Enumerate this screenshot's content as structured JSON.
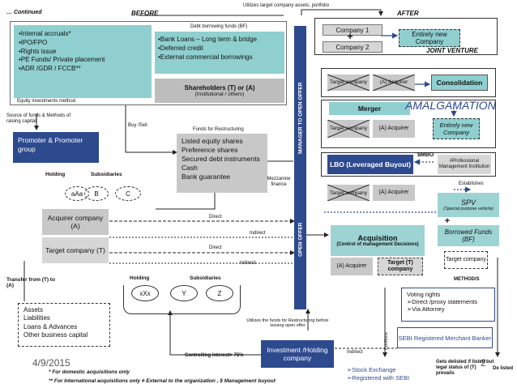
{
  "header": {
    "continued": "… Continued",
    "before": "BEFORE",
    "utilizes": "Utilizes target company assets, portfolio",
    "after": "AFTER"
  },
  "sources": {
    "left_items": [
      "•Internal accruals*",
      "•IPO/FPO",
      "•Rights issue",
      "•PE Funds/ Private placement",
      "•ADR /GDR / FCCB**"
    ],
    "debt_title": "Debt borrowing funds (BF)",
    "right_items": [
      "•Bank Loans – Long term & bridge",
      "•Deferred credit",
      "•External commercial borrowings"
    ],
    "equity_method": "Equity investments method",
    "shareholders_title": "Shareholders (T) or (A)",
    "shareholders_sub": "(Institutional / others)"
  },
  "labels": {
    "source_of_funds": "Source of funds & Methods of raising capital",
    "buy_sell": "Buy /Sell",
    "funds_for_restructuring": "Funds for Restructuring",
    "mezzanine": "Mezzanine finance",
    "manager_open_offer": "MANAGER TO OPEN OFFER",
    "open_offer": "OPEN OFFER",
    "holding": "Holding",
    "subsidiaries": "Subsidiaries",
    "direct": "Direct",
    "indirect": "Indirect",
    "transfer": "Transfer from (T) to (A)",
    "utilizes_funds": "Utilizes the funds for Restructuring before issuing open offer",
    "controlling_interest": "Controlling interest> 75%",
    "confirms": "Confirms",
    "method": "METHOD/S",
    "smbo": "$MBO",
    "establishes": "Establishes"
  },
  "promoter": "Promoter & Promoter group",
  "instruments": [
    "Listed equity shares",
    "Preference shares",
    "Secured debt instruments",
    "Cash",
    "Bank guarantee"
  ],
  "group1": {
    "holding": "aAa",
    "sub1": "B",
    "sub2": "C"
  },
  "acquirer": "Acquirer company (A)",
  "target": "Target company (T)",
  "group2": {
    "holding": "xXx",
    "sub1": "Y",
    "sub2": "Z"
  },
  "assets": [
    "Assets",
    "Liabilities",
    "Loans & Advances",
    "Other business capital"
  ],
  "investment": "Investment /Holding company",
  "footer": {
    "date": "4/9/2015",
    "note1": "* For domestic acquisitions only",
    "note2": "** For International acquisitions only   # External to the organization , $ Management buyout",
    "page": "2"
  },
  "after": {
    "company1": "Company 1",
    "company2": "Company 2",
    "plus": "+",
    "entirely_new": "Entirely new Company",
    "joint_venture": "JOINT VENTURE",
    "target_company": "Target company",
    "a_acquirer": "(A) Acquirer",
    "consolidation": "Consolidation",
    "merger": "Merger",
    "amalgamation": "AMALGAMATION",
    "entirely_new2": "Entirely new Company",
    "lbo": "LBO (Leveraged Buyout)",
    "professional": "#Professional Management Institution",
    "spv": "SPV",
    "spv_sub": "(Special purpose vehicle)",
    "borrowed": "Borrowed Funds (BF)",
    "target_company2": "Target company",
    "acquisition_title": "Acquisition",
    "acquisition_sub": "(Control of management Decisions)",
    "acq_a": "(A) Acquirer",
    "acq_t": "Target (T) company",
    "voting_title": "Voting rights",
    "voting_items": [
      "➢Direct /proxy statements",
      "➢Via Attorney"
    ],
    "sebi": "SEBI Registered Merchant Banker",
    "stock_items": [
      "➢Stock Exchange",
      "➢Registered with SEBI"
    ],
    "delisted_note": "Gets delisted if listed but legal status of (T) prevails",
    "delisted": "De listed"
  }
}
